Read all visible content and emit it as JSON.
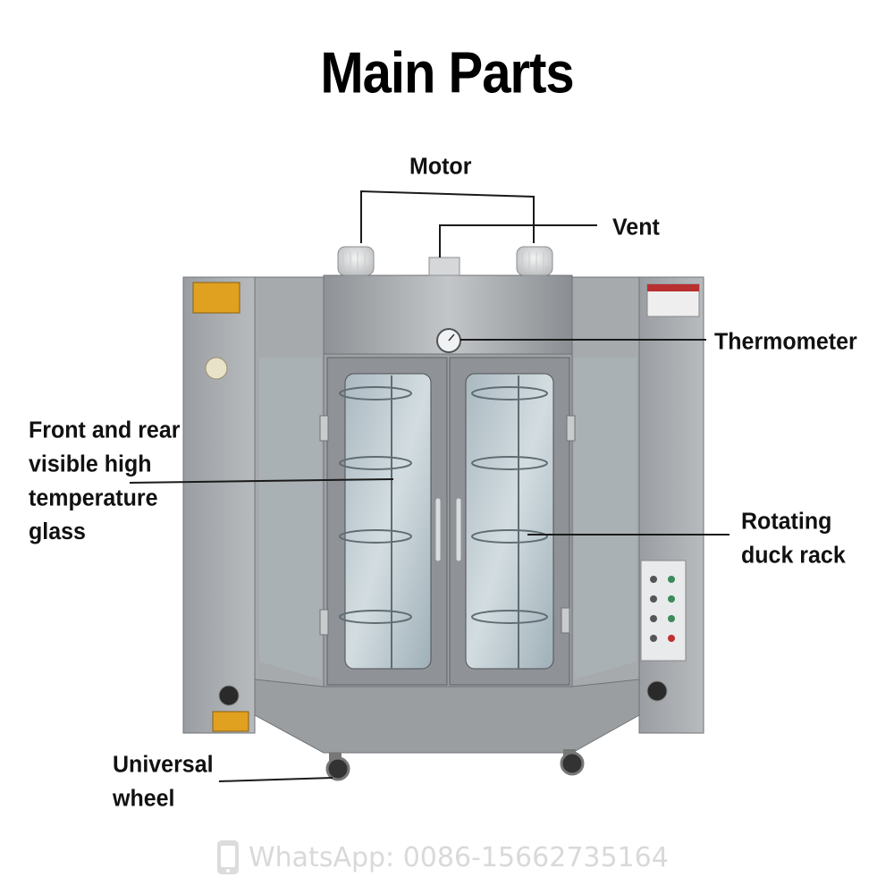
{
  "title": "Main Parts",
  "labels": {
    "motor": "Motor",
    "vent": "Vent",
    "thermometer": "Thermometer",
    "glass": "Front and rear\nvisible high\ntemperature\nglass",
    "rack": "Rotating\nduck rack",
    "wheel": "Universal\nwheel"
  },
  "watermark": "WhatsApp: 0086-15662735164",
  "colors": {
    "steel": "#a9acaf",
    "steel_dark": "#7c8084",
    "glass": "#b9c6cc",
    "leader_line": "#1a1a1a",
    "warning_sticker": "#e0a020",
    "watermark": "#d9d9d9"
  },
  "icons": [
    "whatsapp-phone-icon"
  ]
}
